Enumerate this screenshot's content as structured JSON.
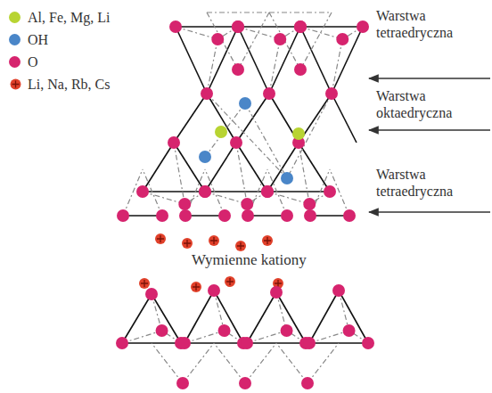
{
  "diagram": {
    "labels": [
      "Warstwa tetraedryczna",
      "Warstwa oktaedryczna",
      "Warstwa tetraedryczna",
      "Wymienne kationy"
    ],
    "legend": [
      {
        "text": "Al, Fe, Mg, Li",
        "color": "#b8d432"
      },
      {
        "text": "OH",
        "color": "#4a86c8"
      },
      {
        "text": "O",
        "color": "#d6246e"
      },
      {
        "text": "Li, Na, Rb, Cs"
      }
    ]
  }
}
